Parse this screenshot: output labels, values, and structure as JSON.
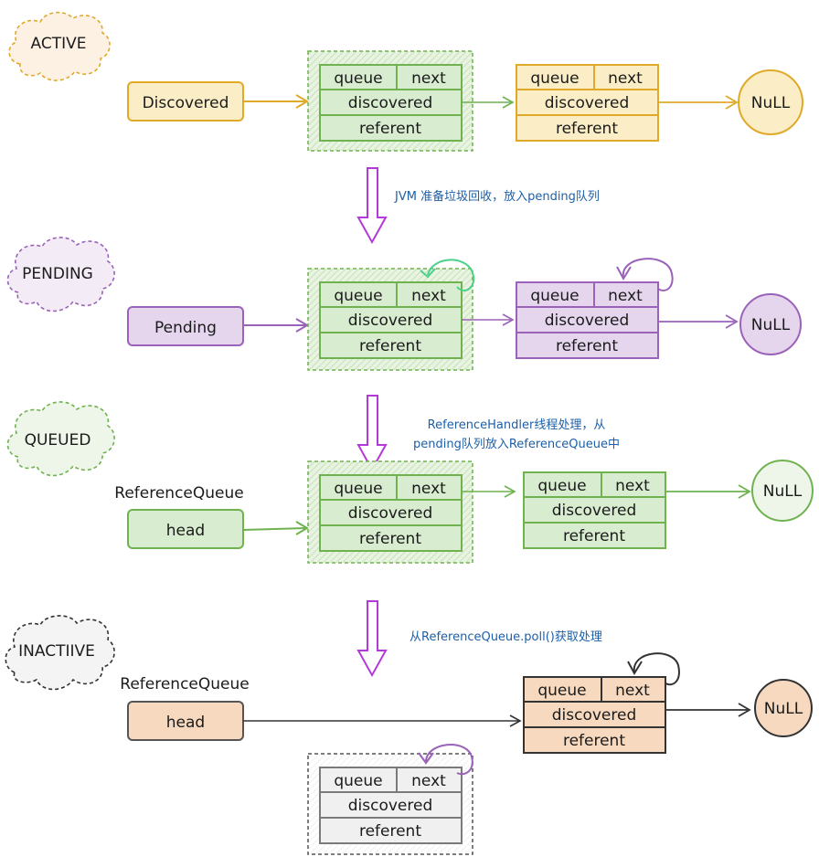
{
  "colors": {
    "active": "#e0a92a",
    "active_fill": "#fbeec6",
    "pending": "#9a62b8",
    "pending_fill": "#e5d6ee",
    "queued": "#6fb24f",
    "queued_fill": "#d8ecd0",
    "inactive": "#333333",
    "inactive_fill": "#f6d9be",
    "gray": "#7a7a7a",
    "gray_fill": "#f0f0f0",
    "transition_arrow": "#b33ad9",
    "note_text": "#1c5fa8"
  },
  "node_fields": {
    "queue": "queue",
    "next": "next",
    "discovered": "discovered",
    "referent": "referent"
  },
  "null_label": "NuLL",
  "states": {
    "active": {
      "label": "ACTIVE",
      "pointer": "Discovered"
    },
    "pending": {
      "label": "PENDING",
      "pointer": "Pending"
    },
    "queued": {
      "label": "QUEUED",
      "queue_title": "ReferenceQueue",
      "pointer": "head"
    },
    "inactive": {
      "label": "INACTIIVE",
      "queue_title": "ReferenceQueue",
      "pointer": "head"
    }
  },
  "transitions": [
    {
      "note": "JVM 准备垃圾回收，放入pending队列"
    },
    {
      "note_line1": "ReferenceHandler线程处理，从",
      "note_line2": "pending队列放入ReferenceQueue中"
    },
    {
      "note": "从ReferenceQueue.poll()获取处理"
    }
  ]
}
